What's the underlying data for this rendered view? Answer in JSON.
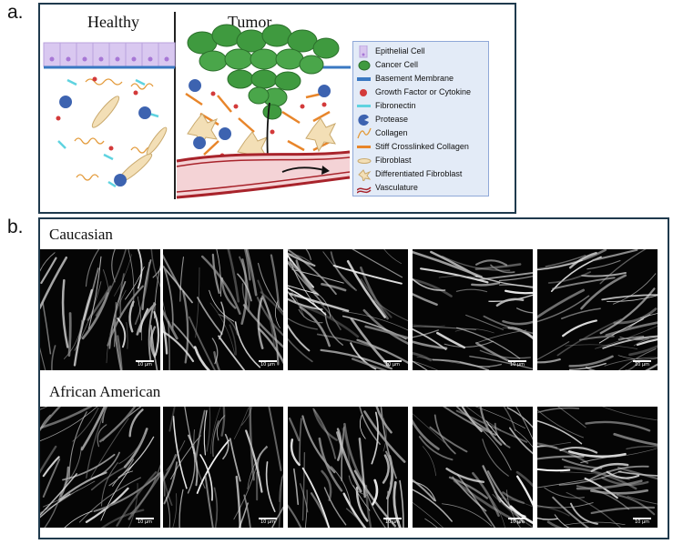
{
  "panel_a": {
    "letter": "a.",
    "healthy_label": "Healthy",
    "tumor_label": "Tumor",
    "legend": [
      {
        "icon": "epithelial-cell-icon",
        "label": "Epithelial Cell",
        "color": "#d8c6ef"
      },
      {
        "icon": "cancer-cell-icon",
        "label": "Cancer Cell",
        "color": "#3f9a3f"
      },
      {
        "icon": "basement-membrane-icon",
        "label": "Basement Membrane",
        "color": "#3a78c2"
      },
      {
        "icon": "growth-factor-icon",
        "label": "Growth Factor or Cytokine",
        "color": "#d33a3a"
      },
      {
        "icon": "fibronectin-icon",
        "label": "Fibronectin",
        "color": "#5fd3e0"
      },
      {
        "icon": "protease-icon",
        "label": "Protease",
        "color": "#3d63b0"
      },
      {
        "icon": "collagen-icon",
        "label": "Collagen",
        "color": "#e39a3a"
      },
      {
        "icon": "stiff-collagen-icon",
        "label": "Stiff Crosslinked Collagen",
        "color": "#e8852a"
      },
      {
        "icon": "fibroblast-icon",
        "label": "Fibroblast",
        "color": "#f3dfb6"
      },
      {
        "icon": "differentiated-fibroblast-icon",
        "label": "Differentiated Fibroblast",
        "color": "#f3dfb6"
      },
      {
        "icon": "vasculature-icon",
        "label": "Vasculature",
        "color": "#a8232b"
      }
    ]
  },
  "panel_b": {
    "letter": "b.",
    "rows": [
      {
        "label": "Caucasian",
        "images": [
          {
            "scale": "10 µm"
          },
          {
            "scale": "10 µm"
          },
          {
            "scale": "10 µm"
          },
          {
            "scale": "10 µm"
          },
          {
            "scale": "10 µm"
          }
        ]
      },
      {
        "label": "African American",
        "images": [
          {
            "scale": "10 µm"
          },
          {
            "scale": "10 µm"
          },
          {
            "scale": "10 µm"
          },
          {
            "scale": "10 µm"
          },
          {
            "scale": "10 µm"
          }
        ]
      }
    ]
  }
}
